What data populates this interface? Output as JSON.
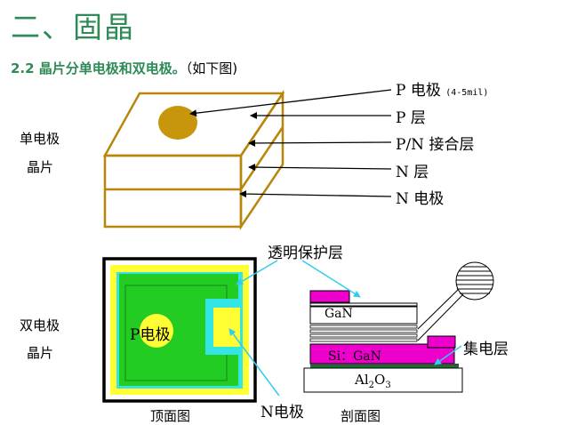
{
  "title": "二、固晶",
  "subtitle": {
    "text": "2.2 晶片分单电极和双电极。",
    "paren": "（如下图)"
  },
  "single_electrode": {
    "label_line1": "单电极",
    "label_line2": "晶片",
    "callouts": [
      {
        "text": "P 电极",
        "note": "(4-5mil)"
      },
      {
        "text": "P 层"
      },
      {
        "text": "P/N 接合层"
      },
      {
        "text": "N 层"
      },
      {
        "text": "N 电极"
      }
    ]
  },
  "double_electrode": {
    "label_line1": "双电极",
    "label_line2": "晶片",
    "transparent_layer": "透明保护层",
    "p_electrode": "P电极",
    "n_electrode": "N电极",
    "top_view": "顶面图",
    "section_view": "剖面图",
    "gan": "GaN",
    "si_gan": "Si：GaN",
    "substrate_main": "Al",
    "substrate_sub1": "2",
    "substrate_o": "O",
    "substrate_sub2": "3",
    "collector": "集电层"
  },
  "colors": {
    "title_green": "#2e8b57",
    "chip_outline": "#b8860b",
    "p_electrode_fill": "#c8960c",
    "top_green": "#22cc22",
    "top_yellow": "#ffff33",
    "top_cyan": "#33e5e5",
    "magenta": "#ee00cc",
    "arrow_cyan": "#33ccee"
  }
}
